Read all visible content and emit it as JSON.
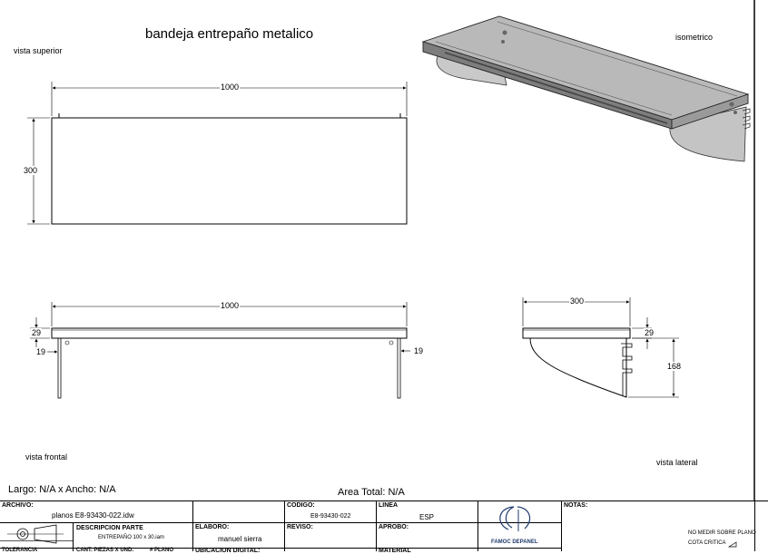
{
  "title": "bandeja entrepaño metalico",
  "views": {
    "top": "vista superior",
    "front": "vista frontal",
    "side": "vista lateral",
    "iso": "isometrico"
  },
  "dimensions": {
    "top_width": "1000",
    "top_depth": "300",
    "front_width": "1000",
    "front_thickness": "29",
    "front_offset_left": "19",
    "front_offset_right": "19",
    "side_depth": "300",
    "side_thickness": "29",
    "side_height": "168"
  },
  "info": {
    "size_label": "Largo: N/A x Ancho: N/A",
    "area_label": "Area Total: N/A"
  },
  "title_block": {
    "archivo_label": "ARCHIVO:",
    "archivo_value": "planos E8-93430-022.idw",
    "codigo_label": "CODIGO:",
    "codigo_value": "E8-93430-022",
    "linea_label": "LINEA",
    "linea_value": "ESP",
    "notas_label": "NOTAS:",
    "descripcion_label": "DESCRIPCION PARTE",
    "descripcion_value": "ENTREPAÑO 100 x 30.iam",
    "elaboro_label": "ELABORO:",
    "elaboro_value": "manuel sierra",
    "reviso_label": "REVISO:",
    "aprobo_label": "APROBO:",
    "logo_text": "FAMOC DEPANEL",
    "nota_medir": "NO MEDIR SOBRE PLANO",
    "cota_critica": "COTA CRITICA",
    "row3_a": "TOLERANCIA",
    "row3_b": "CANT. PIEZAS X UND.",
    "row3_c": "# PLANO",
    "row3_d": "UBICACION DIGITAL:",
    "row3_e": "MATERIAL"
  }
}
